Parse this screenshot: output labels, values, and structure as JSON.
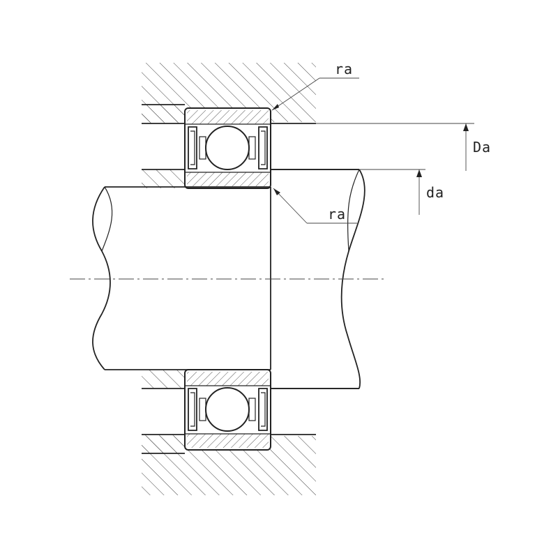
{
  "labels": {
    "ra_top": "ra",
    "ra_shoulder": "ra",
    "Da": "Da",
    "da": "da"
  },
  "colors": {
    "line": "#222222",
    "background": "#ffffff"
  }
}
